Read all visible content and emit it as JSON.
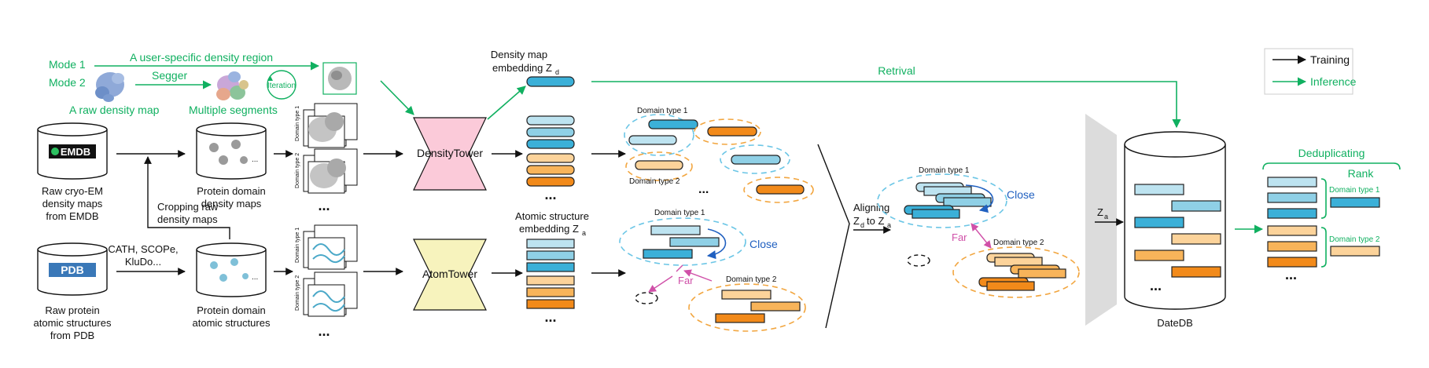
{
  "legend": {
    "training": "Training",
    "inference": "Inference"
  },
  "colors": {
    "green": "#10b060",
    "blue_dark": "#3bb0d8",
    "blue_light": "#bde3f0",
    "orange_dark": "#f28a1a",
    "orange_light": "#fcd39a",
    "close": "#2060c0",
    "far": "#d050a8",
    "pink_tower": "#fbcad9",
    "yellow_tower": "#f7f3bd"
  },
  "top": {
    "mode1": "Mode 1",
    "mode2": "Mode 2",
    "user_region": "A user-specific density region",
    "segger": "Segger",
    "iteration": "Iteration",
    "raw_density_map": "A raw density map",
    "multiple_segments": "Multiple segments",
    "retrival": "Retrival",
    "density_embedding_line1": "Density map",
    "density_embedding_line2": "embedding Z",
    "density_embedding_sub": "d"
  },
  "sources": {
    "emdb_logo": "EMDB",
    "emdb_line1": "Raw cryo-EM",
    "emdb_line2": "density maps",
    "emdb_line3": "from EMDB",
    "pdb_logo": "PDB",
    "pdb_line1": "Raw protein",
    "pdb_line2": "atomic structures",
    "pdb_line3": "from PDB",
    "dens_line1": "Protein domain",
    "dens_line2": "density maps",
    "atom_line1": "Protein domain",
    "atom_line2": "atomic structures",
    "crop_line1": "Cropping raw",
    "crop_line2": "density maps",
    "cath_line1": "CATH, SCOPe,",
    "cath_line2": "KluDo...",
    "ellipsis": "...",
    "stack_type1": "Domain type 1",
    "stack_type2": "Domain type 2"
  },
  "towers": {
    "density": "DensityTower",
    "atom": "AtomTower"
  },
  "atomic_embedding": {
    "line1": "Atomic structure",
    "line2": "embedding Z",
    "sub": "a"
  },
  "clusters": {
    "type1": "Domain type 1",
    "type2": "Domain type 2",
    "close": "Close",
    "far": "Far"
  },
  "aligning": {
    "line1": "Aligning",
    "z": "Z",
    "d": "d",
    "to": "to Z",
    "a": "a"
  },
  "db": {
    "label": "DateDB",
    "za": "Z",
    "za_sub": "a"
  },
  "dedup": {
    "title": "Deduplicating",
    "rank": "Rank",
    "type1": "Domain type 1",
    "type2": "Domain type 2"
  }
}
